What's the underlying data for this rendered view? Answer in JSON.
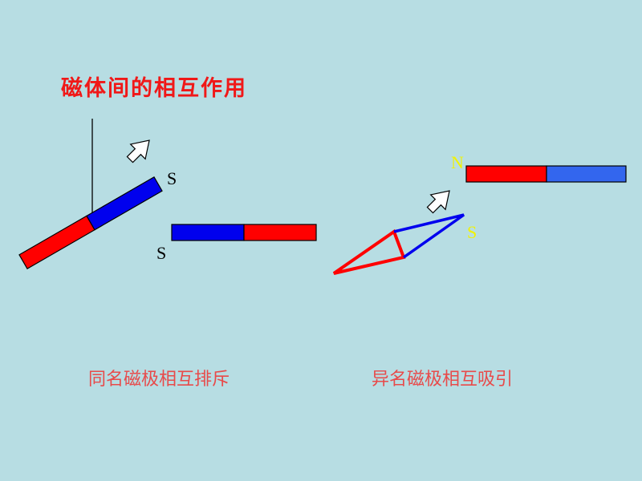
{
  "title": "磁体间的相互作用",
  "left_demo": {
    "caption": "同名磁极相互排斥",
    "tilted_magnet_pole_label": "S",
    "horizontal_magnet_pole_label": "S"
  },
  "right_demo": {
    "caption": "异名磁极相互吸引",
    "magnet_pole_label": "N",
    "needle_pole_label": "S"
  },
  "colors": {
    "background": "#b7dde3",
    "title": "#f01818",
    "caption": "#e84a4a",
    "magnet_red": "#ff0000",
    "magnet_blue": "#0000ee",
    "magnet_light_blue": "#3366ee",
    "pole_label_yellow": "#f2f200",
    "pole_label_black": "#000000"
  }
}
